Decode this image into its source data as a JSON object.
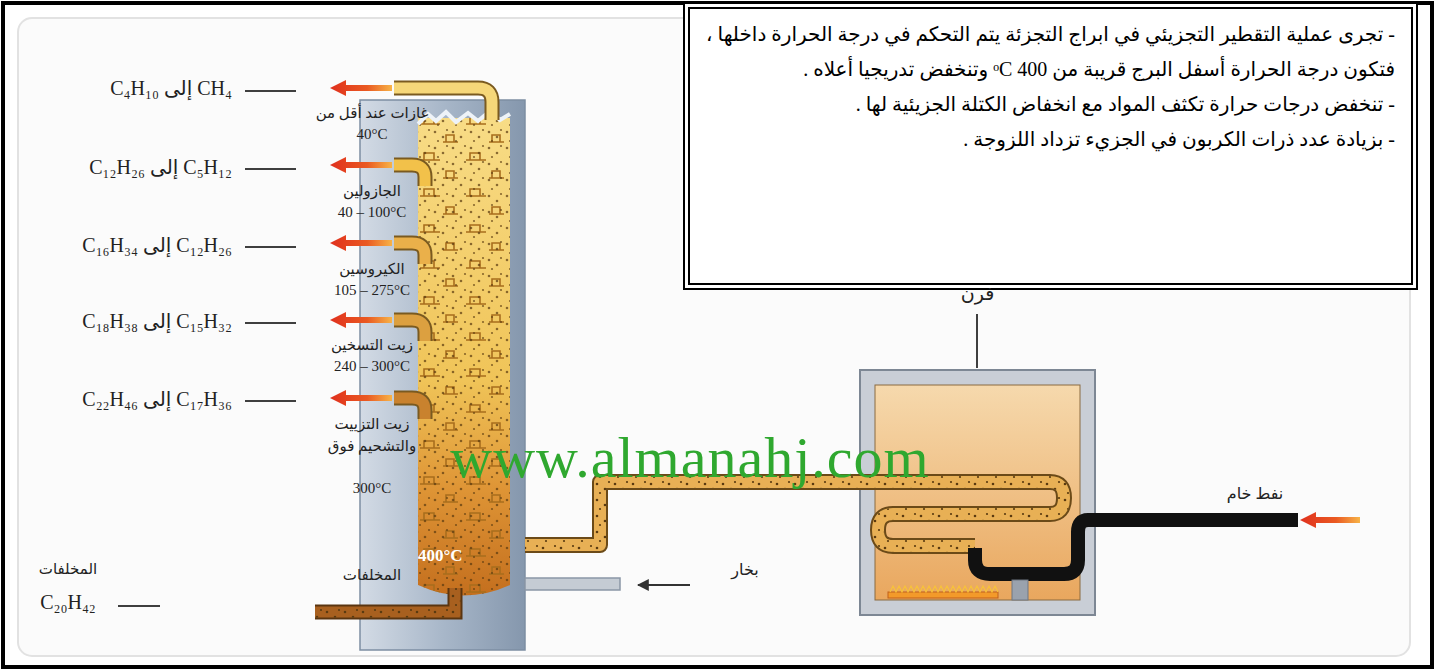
{
  "diagram": {
    "nodes": [
      {
        "text": [
          "- تجرى عملية التقطير التجزيئي في ابراج التجزئة يتم التحكم في درجة الحرارة داخلها ، فتكون درجة الحرارة أسفل البرج قريبة من 400 ᵒC وتنخفض تدريجيا أعلاه .",
          "- تنخفض درجات حرارة تكثف المواد مع انخفاض الكتلة الجزيئية لها .",
          "- بزيادة عدد ذرات الكربون في الجزيء تزداد اللزوجة ."
        ]
      },
      {
        "text": [
          "فرن"
        ]
      },
      {
        "text": [
          "400°C"
        ]
      }
    ],
    "edges": [
      {
        "from": 1,
        "to": 2,
        "arrow": "none"
      }
    ],
    "labels": [
      "CH₄ إلى C₄H₁₀",
      "غازات عند أقل من",
      "40°C",
      "C₅H₁₂ إلى C₁₂H₂₆",
      "الجازولين",
      "40 – 100°C",
      "C₁₂H₂₆ إلى C₁₆H₃₄",
      "الكيروسين",
      "105 – 275°C",
      "C₁₅H₃₂ إلى C₁₈H₃₈",
      "زيت التسخين",
      "240 – 300°C",
      "C₁₇H₃₆ إلى C₂₂H₄₆",
      "زيت التزييت والتشحيم فوق",
      "300°C",
      "المخلفات",
      "C₂₀H₄₂",
      "المخلفات",
      "بخار",
      "نفط خام",
      "www.almanahj.com"
    ]
  }
}
